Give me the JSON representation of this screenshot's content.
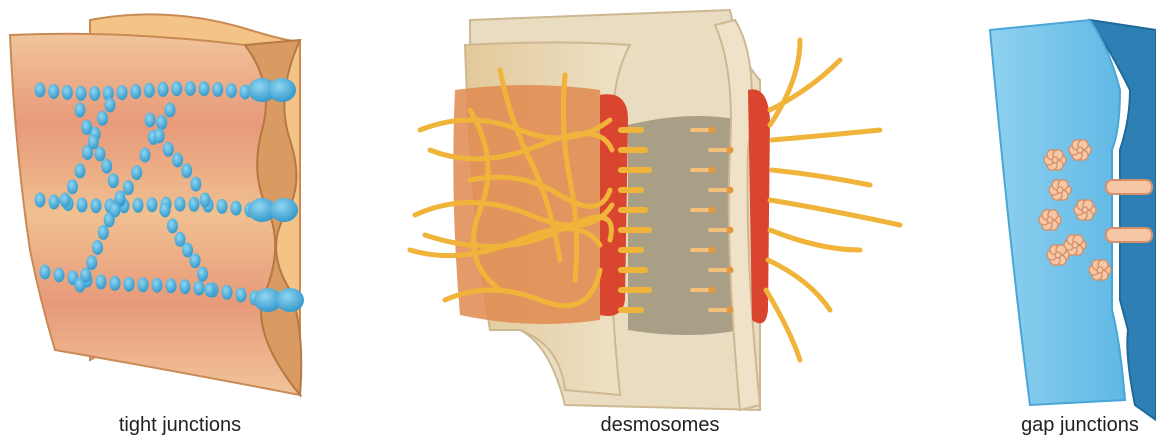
{
  "labels": {
    "tight": "tight junctions",
    "desmosomes": "desmosomes",
    "gap": "gap junctions"
  },
  "colors": {
    "tight_membrane": "#e9a77f",
    "tight_edge": "#c98a55",
    "tight_protein": "#3fa9d6",
    "desmo_membrane": "#e8d9b9",
    "desmo_plaque": "#d9452e",
    "desmo_filament": "#f0b43a",
    "desmo_gap": "#a99f86",
    "gap_membrane": "#7cc6ea",
    "gap_membrane_dark": "#2e7fb3",
    "connexon": "#f6c7a5"
  }
}
